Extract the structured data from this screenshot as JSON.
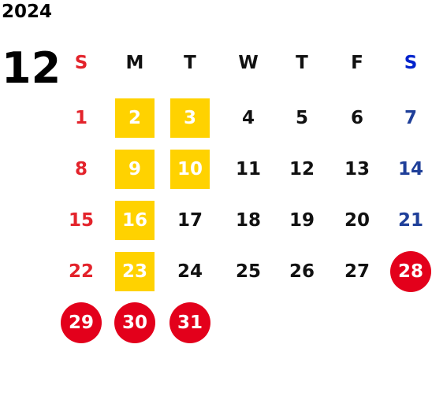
{
  "year": "2024",
  "month": "12",
  "weekdays": [
    "S",
    "M",
    "T",
    "W",
    "T",
    "F",
    "S"
  ],
  "colors": {
    "sunday": "#E3232B",
    "saturday_header": "#0022CC",
    "saturday": "#1F3F99",
    "weekday": "#111111",
    "highlight": "#FFD200",
    "holiday": "#E3001B"
  },
  "weeks": [
    [
      {
        "d": "1",
        "s": "sunday"
      },
      {
        "d": "2",
        "s": "highlight"
      },
      {
        "d": "3",
        "s": "highlight"
      },
      {
        "d": "4",
        "s": "normal"
      },
      {
        "d": "5",
        "s": "normal"
      },
      {
        "d": "6",
        "s": "normal"
      },
      {
        "d": "7",
        "s": "saturday"
      }
    ],
    [
      {
        "d": "8",
        "s": "sunday"
      },
      {
        "d": "9",
        "s": "highlight"
      },
      {
        "d": "10",
        "s": "highlight"
      },
      {
        "d": "11",
        "s": "normal"
      },
      {
        "d": "12",
        "s": "normal"
      },
      {
        "d": "13",
        "s": "normal"
      },
      {
        "d": "14",
        "s": "saturday"
      }
    ],
    [
      {
        "d": "15",
        "s": "sunday"
      },
      {
        "d": "16",
        "s": "highlight"
      },
      {
        "d": "17",
        "s": "normal"
      },
      {
        "d": "18",
        "s": "normal"
      },
      {
        "d": "19",
        "s": "normal"
      },
      {
        "d": "20",
        "s": "normal"
      },
      {
        "d": "21",
        "s": "saturday"
      }
    ],
    [
      {
        "d": "22",
        "s": "sunday"
      },
      {
        "d": "23",
        "s": "highlight"
      },
      {
        "d": "24",
        "s": "normal"
      },
      {
        "d": "25",
        "s": "normal"
      },
      {
        "d": "26",
        "s": "normal"
      },
      {
        "d": "27",
        "s": "normal"
      },
      {
        "d": "28",
        "s": "holiday"
      }
    ],
    [
      {
        "d": "29",
        "s": "holiday"
      },
      {
        "d": "30",
        "s": "holiday"
      },
      {
        "d": "31",
        "s": "holiday"
      }
    ]
  ]
}
